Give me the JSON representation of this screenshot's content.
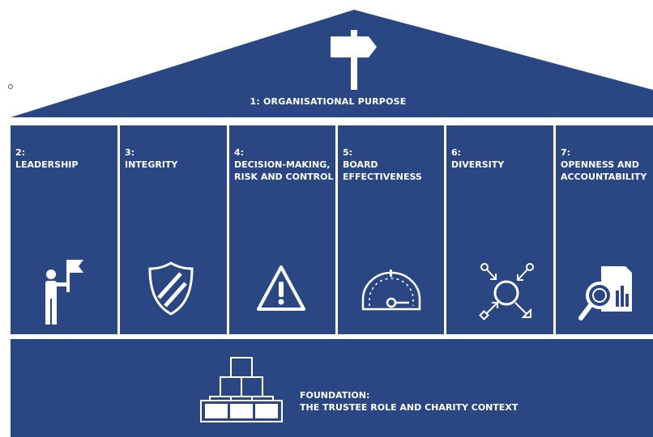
{
  "roof": {
    "label": "1: ORGANISATIONAL PURPOSE",
    "icon": "signpost-icon"
  },
  "pillars": [
    {
      "number": "2:",
      "line1": "LEADERSHIP",
      "line2": "",
      "icon": "leader-flag-icon"
    },
    {
      "number": "3:",
      "line1": "INTEGRITY",
      "line2": "",
      "icon": "shield-icon"
    },
    {
      "number": "4:",
      "line1": "DECISION-MAKING,",
      "line2": "RISK AND CONTROL",
      "icon": "warning-triangle-icon"
    },
    {
      "number": "5:",
      "line1": "BOARD",
      "line2": "EFFECTIVENESS",
      "icon": "speedometer-icon"
    },
    {
      "number": "6:",
      "line1": "DIVERSITY",
      "line2": "",
      "icon": "diversity-arrows-icon"
    },
    {
      "number": "7:",
      "line1": "OPENNESS AND",
      "line2": "ACCOUNTABILITY",
      "icon": "magnifier-report-icon"
    }
  ],
  "foundation": {
    "title": "FOUNDATION:",
    "subtitle": "THE TRUSTEE ROLE AND CHARITY CONTEXT",
    "icon": "stacked-blocks-icon"
  },
  "colors": {
    "primary": "#2a4683",
    "background": "#ffffff",
    "text": "#ffffff"
  }
}
